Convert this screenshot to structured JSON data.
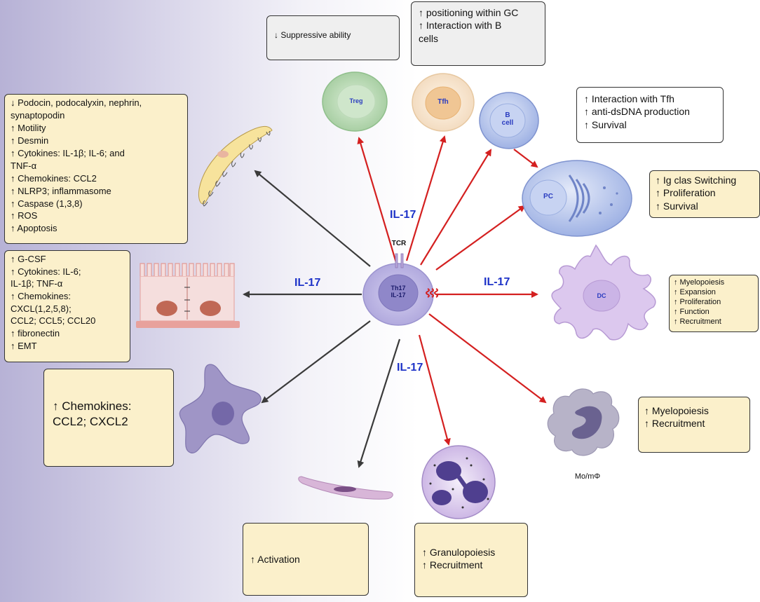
{
  "cytokine_labels": [
    "IL-17",
    "IL-17",
    "IL-17",
    "IL-17"
  ],
  "center": {
    "receptor": "TCR",
    "cell": [
      "Th17",
      "IL-17"
    ]
  },
  "cells": {
    "treg": "Treg",
    "tfh": "Tfh",
    "bcell": [
      "B",
      "cell"
    ],
    "pc": "PC",
    "dc": "DC",
    "mono": "Mo/mΦ"
  },
  "boxes": {
    "suppressive": [
      "↓ Suppressive ability"
    ],
    "tfh": [
      "↑ positioning within GC",
      "↑ Interaction with B",
      "cells"
    ],
    "bcell": [
      "↑ Interaction with Tfh",
      "↑ anti-dsDNA production",
      "↑ Survival"
    ],
    "pc": [
      "↑ Ig clas Switching",
      "↑ Proliferation",
      "↑ Survival"
    ],
    "dc": [
      "↑ Myelopoiesis",
      "↑ Expansion",
      "↑ Proliferation",
      "↑ Function",
      "↑ Recruitment"
    ],
    "mono": [
      "↑ Myelopoiesis",
      "↑ Recruitment"
    ],
    "neutro": [
      "↑ Granulopoiesis",
      "↑ Recruitment"
    ],
    "activation": [
      "↑ Activation"
    ],
    "chemokines": [
      "↑ Chemokines:",
      "CCL2; CXCL2"
    ],
    "epithelial": [
      "↑ G-CSF",
      "↑ Cytokines: IL-6;",
      "IL-1β; TNF-α",
      "↑ Chemokines:",
      "CXCL(1,2,5,8);",
      "CCL2; CCL5; CCL20",
      "↑ fibronectin",
      "↑ EMT"
    ],
    "podocyte": [
      "↓ Podocin, podocalyxin, nephrin,",
      "synaptopodin",
      "↑ Motility",
      "↑ Desmin",
      "↑ Cytokines: IL-1β; IL-6; and",
      "TNF-α",
      "↑ Chemokines: CCL2",
      "↑ NLRP3; inflammasome",
      "↑ Caspase (1,3,8)",
      "↑ ROS",
      "↑ Apoptosis"
    ]
  }
}
